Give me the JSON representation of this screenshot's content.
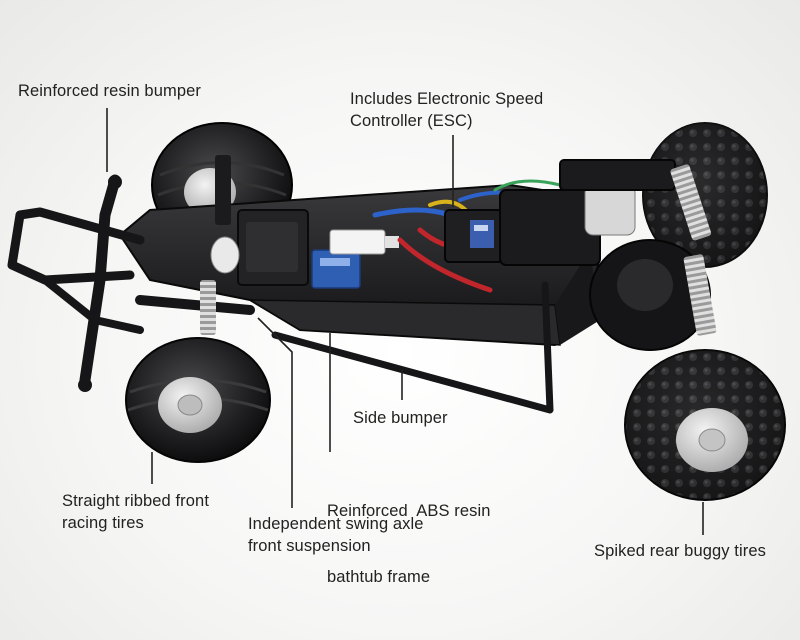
{
  "callouts": {
    "bumper": {
      "lines": [
        "Reinforced resin bumper"
      ]
    },
    "esc": {
      "lines": [
        "Includes Electronic Speed",
        "Controller (ESC)"
      ]
    },
    "side_bumper": {
      "lines": [
        "Side bumper"
      ]
    },
    "frame": {
      "lines": [
        "Reinforced  ABS resin",
        "bathtub frame"
      ]
    },
    "front_tires": {
      "lines": [
        "Straight ribbed front",
        "racing tires"
      ]
    },
    "suspension": {
      "lines": [
        "Independent swing axle",
        "front suspension"
      ]
    },
    "rear_tires": {
      "lines": [
        "Spiked rear buggy tires"
      ]
    }
  },
  "colors": {
    "chassis": "#1b1b1d",
    "label_text": "#222222",
    "leader_line": "#222222",
    "spring": "#c8c8c8",
    "wheel_hub": "#d9d9d9",
    "battery_blue": "#2f5fb3",
    "wire_red": "#c0262b",
    "wire_blue": "#2c62c9",
    "wire_yellow": "#d8b21a"
  }
}
